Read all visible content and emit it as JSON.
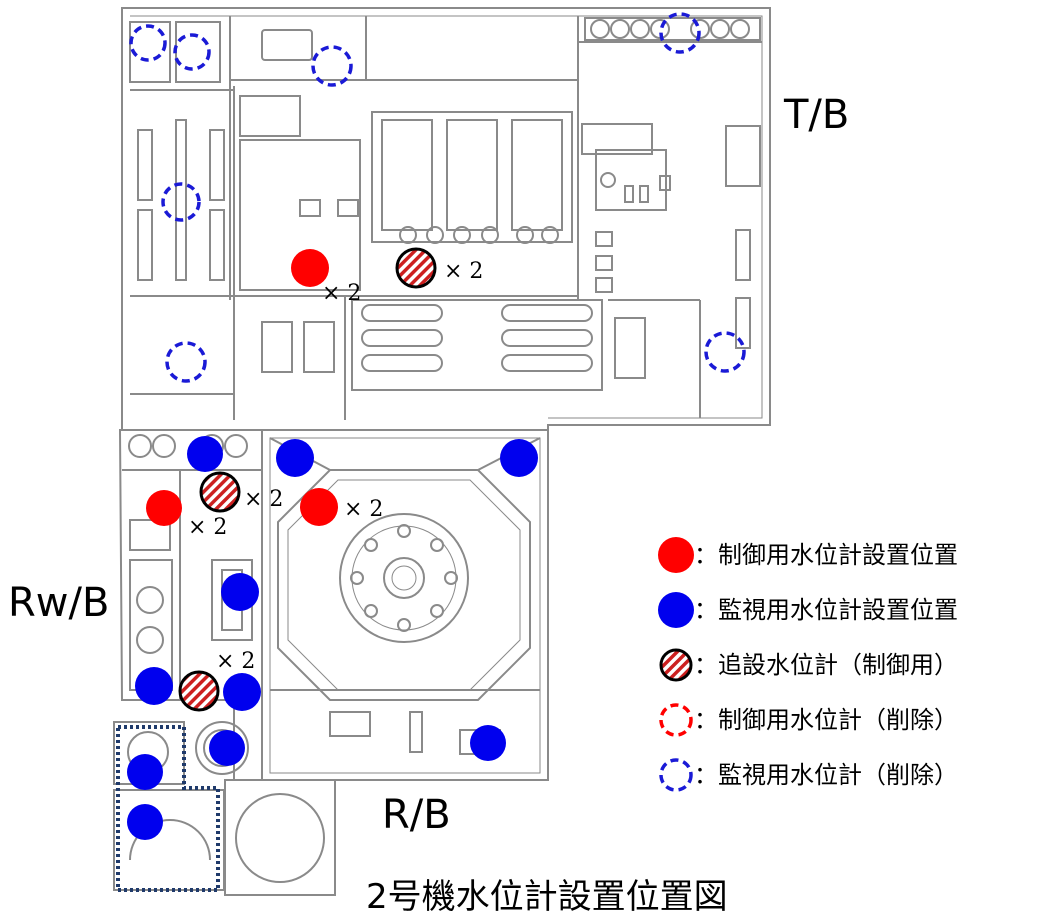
{
  "labels": {
    "tb": "T/B",
    "rwb": "Rw/B",
    "rb": "R/B",
    "caption": "2号機水位計設置位置図"
  },
  "multiplier": "× 2",
  "legend": [
    {
      "kind": "control",
      "text": "：制御用水位計設置位置"
    },
    {
      "kind": "monitor",
      "text": "：監視用水位計設置位置"
    },
    {
      "kind": "added",
      "text": "：追設水位計（制御用）"
    },
    {
      "kind": "del-ctrl",
      "text": "：制御用水位計（削除）"
    },
    {
      "kind": "del-mon",
      "text": "：監視用水位計（削除）"
    }
  ],
  "colors": {
    "control": "#ff0000",
    "monitor": "#0000ee",
    "hatch_red": "#cc2020",
    "deleted_control": "#ff0000",
    "deleted_monitor": "#1a1ad6",
    "wall": "#8a8a8a",
    "border_dotted": "#1f3a6b"
  }
}
